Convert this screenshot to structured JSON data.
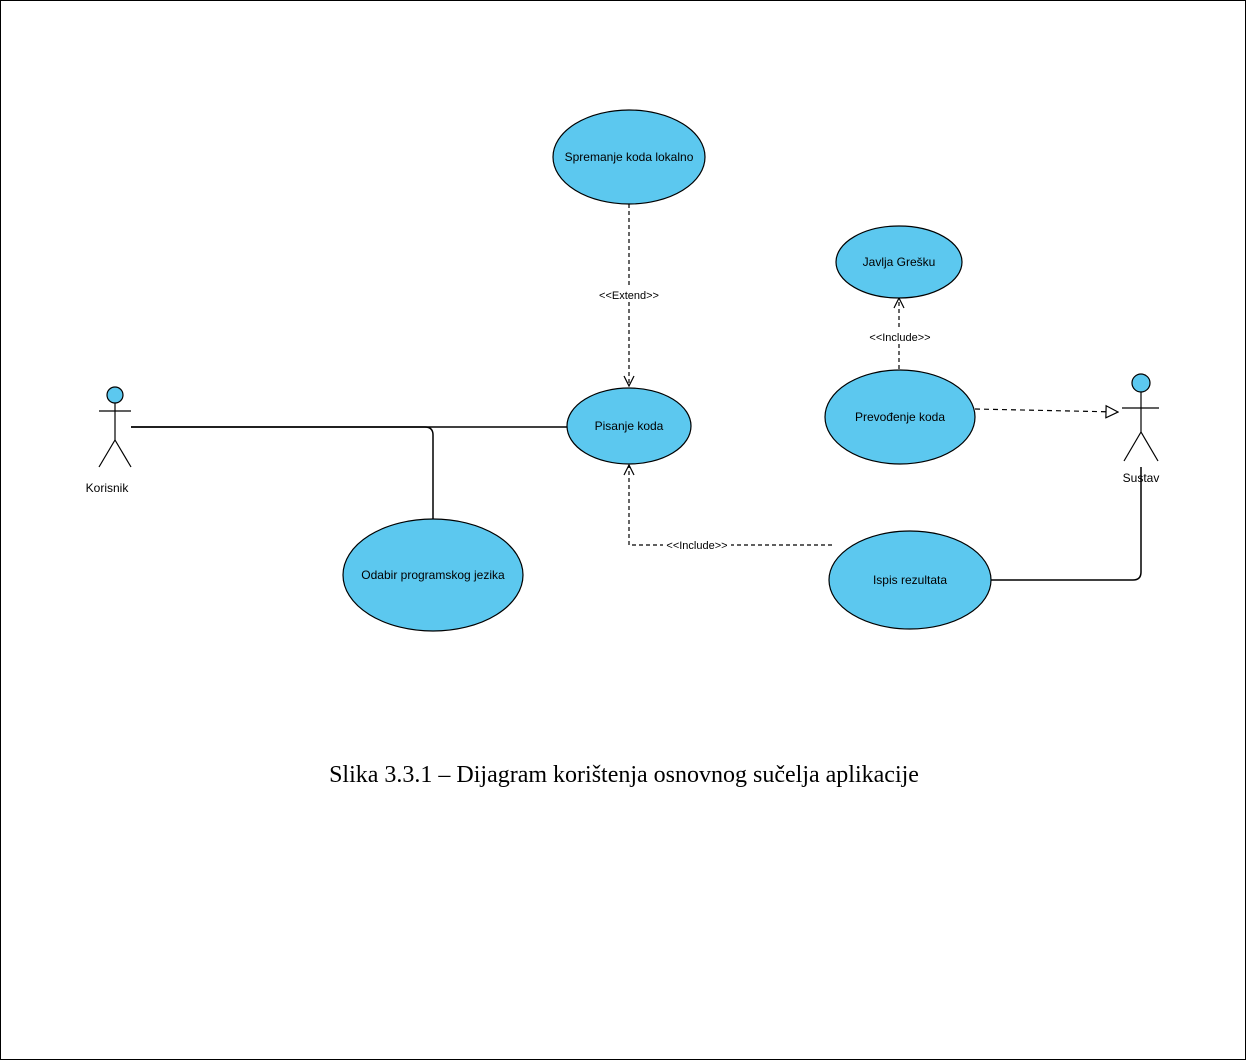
{
  "colors": {
    "use_case_fill": "#5cc8ef",
    "actor_head_fill": "#5cc8ef",
    "stroke": "#000000"
  },
  "actors": {
    "user": "Korisnik",
    "system": "Sustav"
  },
  "use_cases": {
    "save_locally": "Spremanje koda lokalno",
    "report_error": "Javlja Grešku",
    "write_code": "Pisanje koda",
    "compile_code": "Prevođenje koda",
    "choose_language": "Odabir programskog jezika",
    "print_result": "Ispis rezultata"
  },
  "relationships": {
    "extend_label": "<<Extend>>",
    "include_error_label": "<<Include>>",
    "include_output_label": "<<Include>>"
  },
  "caption": "Slika 3.3.1 – Dijagram korištenja osnovnog sučelja aplikacije"
}
